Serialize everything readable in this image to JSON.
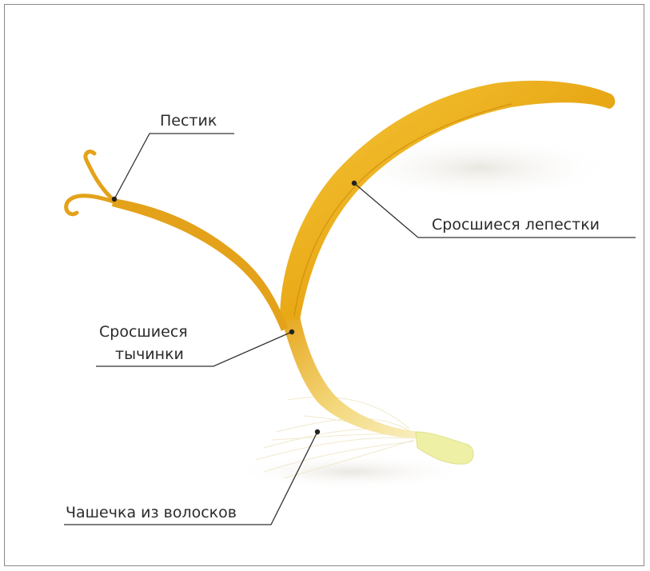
{
  "labels": {
    "pistil": "Пестик",
    "petals": "Сросшиеся лепестки",
    "stamens_line1": "Сросшиеся",
    "stamens_line2": "тычинки",
    "calyx": "Чашечка из волосков"
  },
  "colors": {
    "petal_dark": "#d9940c",
    "petal_light": "#f2c22e",
    "stamen": "#ebad1f",
    "pistil": "#e3a21a",
    "calyx_hairs": "#f2ead0",
    "ovary": "#eef0a6",
    "leader_line": "#333333",
    "frame": "#8a8a8a"
  }
}
